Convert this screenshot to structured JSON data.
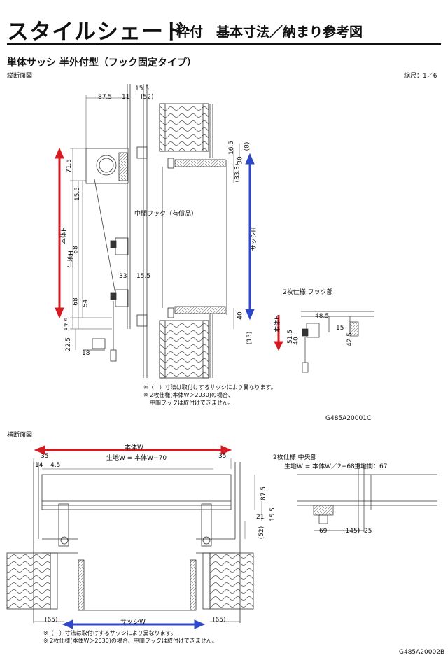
{
  "header": {
    "title": "スタイルシェード",
    "subtitle": "枠付　基本寸法／納まり参考図"
  },
  "section_title": "単体サッシ 半外付型（フック固定タイプ）",
  "vertical": {
    "label": "縦断面図",
    "scale": "縮尺：1／6",
    "dims_top": [
      "87.5",
      "11",
      "15.5",
      "(52)"
    ],
    "dims_left": [
      "71.5",
      "15.5",
      "68",
      "68",
      "54",
      "37.5",
      "22.5",
      "18"
    ],
    "dims_mid": [
      "33",
      "15.5",
      "(33.5)",
      "30",
      "16.5",
      "(8)",
      "40",
      "(15)"
    ],
    "body_h": "本体H",
    "opening_h": "生地H",
    "sash_h": "サッシH",
    "hook_label": "中間フック（有償品）",
    "notes": [
      "※（　）寸法は取付けするサッシにより異なります。",
      "※ 2枚仕様(本体W＞2030)の場合、",
      "中間フックは取付けできません。"
    ],
    "code": "G485A20001C"
  },
  "detail_hook": {
    "label": "2枚仕様 フック部",
    "body_h": "本体H",
    "dims": [
      "48.5",
      "15",
      "51.5",
      "40",
      "42.5"
    ]
  },
  "horizontal": {
    "label": "横断面図",
    "body_w": "本体W",
    "opening_w_formula": "生地W = 本体W−70",
    "sash_w": "サッシW",
    "dims": [
      "35",
      "14",
      "4.5",
      "35",
      "87.5",
      "15.5",
      "21",
      "(52)",
      "(65)",
      "(65)"
    ],
    "notes": [
      "※（　）寸法は取付けするサッシにより異なります。",
      "※ 2枚仕様(本体W＞2030)の場合、中間フックは取付けできません。"
    ],
    "code": "G485A20002B"
  },
  "detail_center": {
    "label": "2枚仕様 中央部",
    "opening_w_formula": "生地W = 本体W／2−68.5",
    "gap_label": "生地間：67",
    "dims": [
      "69",
      "(145)",
      "25"
    ]
  },
  "colors": {
    "red": "#d71920",
    "blue": "#2d49c9",
    "line": "#333333"
  }
}
